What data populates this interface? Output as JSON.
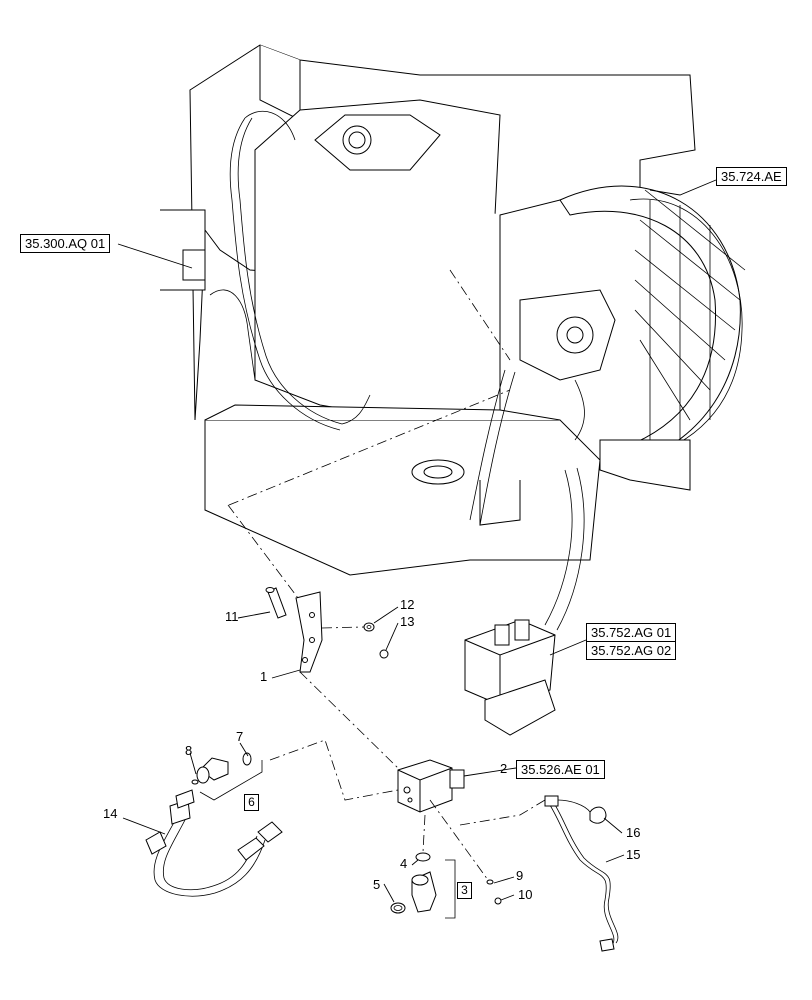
{
  "references": {
    "r1": "35.300.AQ 01",
    "r2": "35.724.AE",
    "r3": "35.752.AG 01",
    "r4": "35.752.AG 02",
    "r5": "35.526.AE 01"
  },
  "callouts": {
    "c1": "1",
    "c2": "2",
    "c4": "4",
    "c5": "5",
    "c7": "7",
    "c8": "8",
    "c9": "9",
    "c10": "10",
    "c11": "11",
    "c12": "12",
    "c13": "13",
    "c14": "14",
    "c15": "15",
    "c16": "16"
  },
  "kits": {
    "k3": "3",
    "k6": "6"
  }
}
